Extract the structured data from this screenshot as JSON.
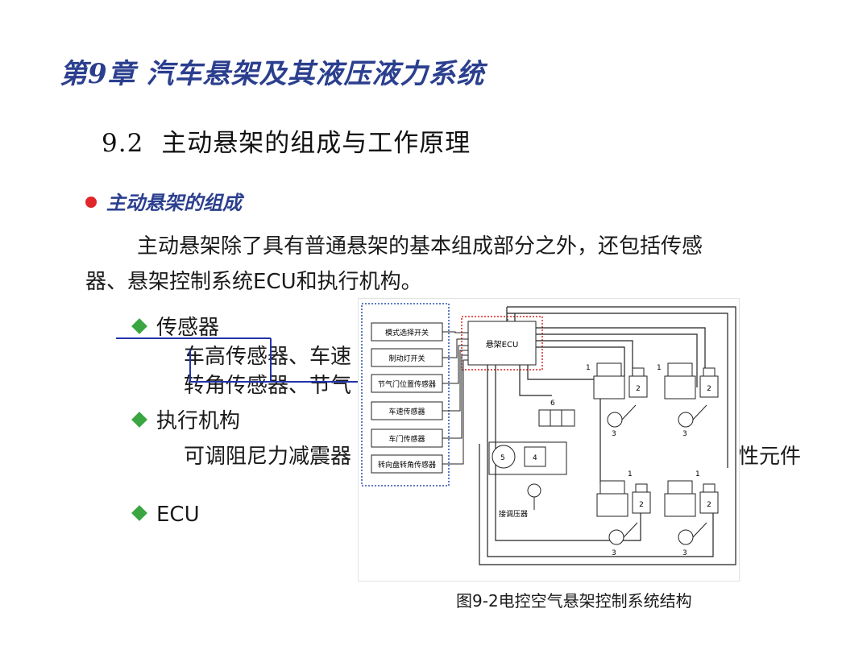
{
  "chapter_title": "第9章 汽车悬架及其液压液力系统",
  "section": {
    "number": "9.2",
    "title": "主动悬架的组成与工作原理"
  },
  "bullet_heading": "主动悬架的组成",
  "paragraph": {
    "line1": "主动悬架除了具有普通悬架的基本组成部分之外，还包括传感",
    "line2": "器、悬架控制系统ECU和执行机构。"
  },
  "items": [
    {
      "label": "传感器",
      "detail_lines": [
        "车高传感器、车速",
        "转角传感器、节气"
      ]
    },
    {
      "label": "执行机构",
      "detail_lines": [
        "可调阻尼力减震器",
        "性元件"
      ]
    },
    {
      "label": "ECU"
    }
  ],
  "diagram": {
    "sensors": [
      "模式选择开关",
      "制动灯开关",
      "节气门位置传感器",
      "车速传感器",
      "车门传感器",
      "转向盘转角传感器"
    ],
    "ecu_label": "悬架ECU",
    "callouts": [
      "1",
      "2",
      "3",
      "4",
      "5",
      "6"
    ],
    "compressor_label": "接调压器"
  },
  "caption": "图9-2电控空气悬架控制系统结构",
  "colors": {
    "title_blue": "#2b3f8f",
    "bullet_red": "#e0262b",
    "diamond_green": "#3aa642",
    "annotation_blue": "#2233aa"
  }
}
